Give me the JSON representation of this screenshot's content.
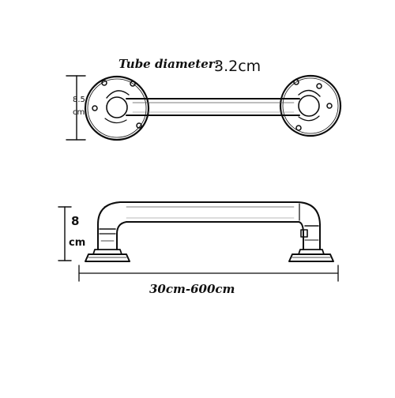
{
  "top_view": {
    "tube_label": "Tube diameter:",
    "tube_value": "3.2cm",
    "height_value": "8.5",
    "height_unit": "cm"
  },
  "side_view": {
    "height_value": "8",
    "height_unit": "cm",
    "length_label": "30cm-600cm"
  }
}
